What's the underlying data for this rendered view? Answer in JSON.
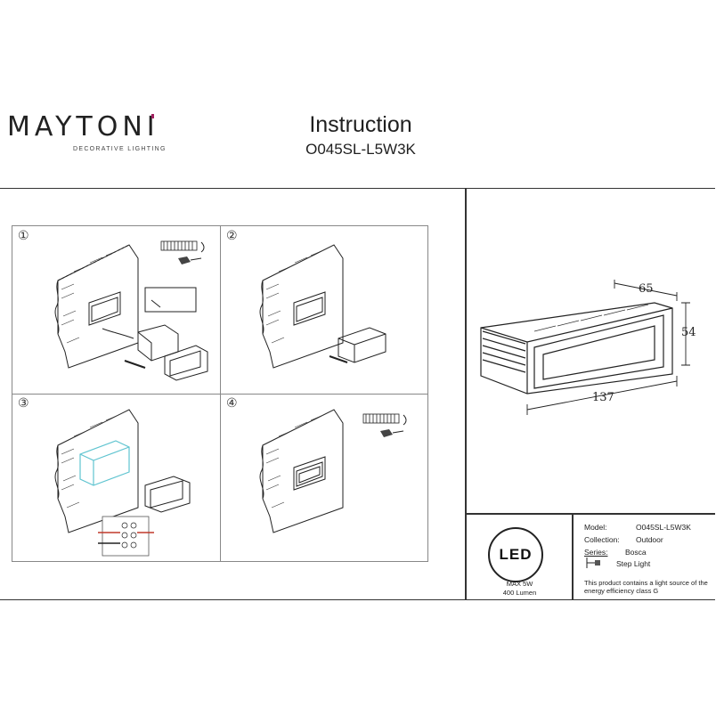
{
  "brand": {
    "name": "MAYTONI",
    "tagline": "DECORATIVE LIGHTING",
    "accent_color": "#a0205f"
  },
  "header": {
    "title": "Instruction",
    "model_code": "O045SL-L5W3K"
  },
  "steps": [
    {
      "number": "①"
    },
    {
      "number": "②"
    },
    {
      "number": "③"
    },
    {
      "number": "④"
    }
  ],
  "dimensions": {
    "depth": "65",
    "height": "54",
    "length": "137"
  },
  "led_badge": {
    "logo": "LED",
    "power": "MAX 5W",
    "lumen": "400 Lumen"
  },
  "product_info": {
    "model_label": "Model:",
    "model_value": "O045SL-L5W3K",
    "collection_label": "Collection:",
    "collection_value": "Outdoor",
    "series_label": "Series:",
    "series_value": "Bosca",
    "type_value": "Step Light",
    "energy_note": "This product contains a light source of the energy efficiency class G"
  }
}
